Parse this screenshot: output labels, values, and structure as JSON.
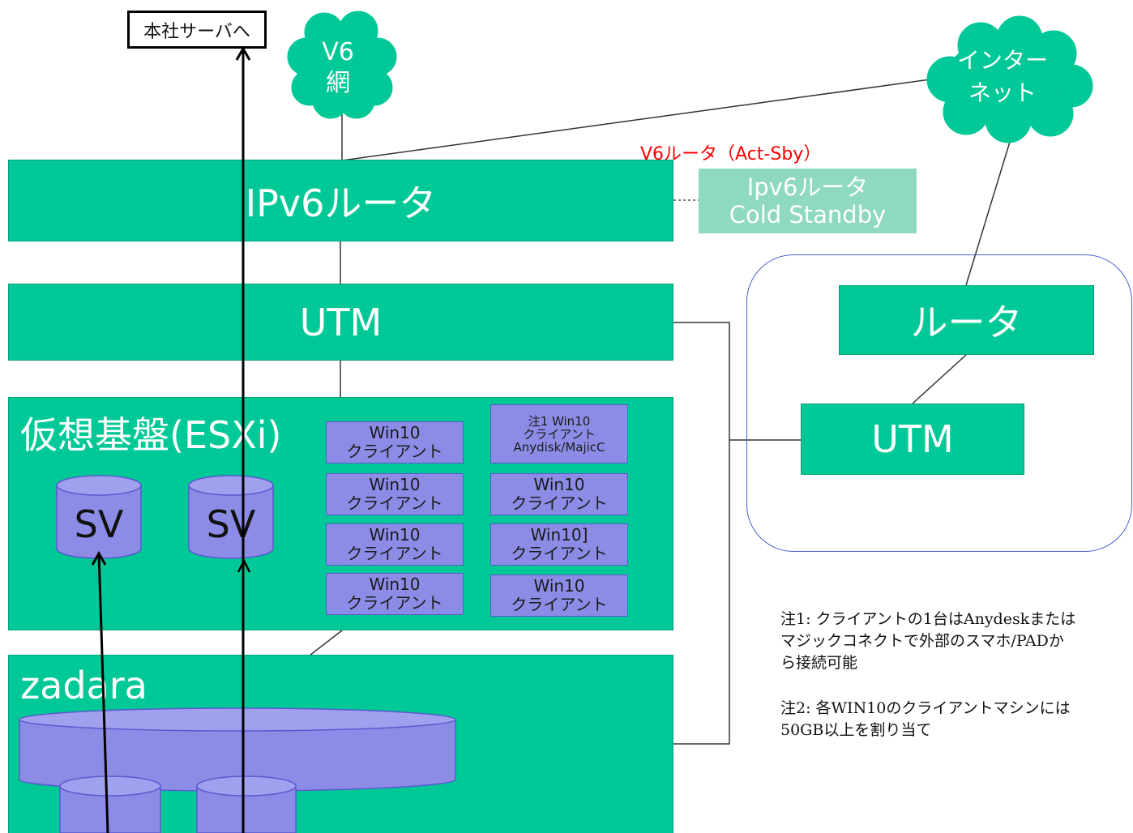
{
  "hq_server": {
    "label": "本社サーバへ"
  },
  "clouds": {
    "v6": {
      "line1": "V6",
      "line2": "網"
    },
    "internet": {
      "line1": "インター",
      "line2": "ネット"
    }
  },
  "router_note": "V6ルータ（Act-Sby）",
  "ipv6_router": {
    "label": "IPv6ルータ"
  },
  "cold_standby": {
    "line1": "Ipv6ルータ",
    "line2": "Cold Standby"
  },
  "utm_main": {
    "label": "UTM"
  },
  "esxi": {
    "label": "仮想基盤(ESXi)",
    "servers": [
      "SV",
      "SV"
    ],
    "vms": [
      {
        "line1": "Win10",
        "line2": "クライアント"
      },
      {
        "line1": "注1 Win10",
        "line2": "クライアント",
        "line3": "Anydisk/MajicC"
      },
      {
        "line1": "Win10",
        "line2": "クライアント"
      },
      {
        "line1": "Win10",
        "line2": "クライアント"
      },
      {
        "line1": "Win10",
        "line2": "クライアント"
      },
      {
        "line1": "Win10]",
        "line2": "クライアント"
      },
      {
        "line1": "Win10",
        "line2": "クライアント"
      },
      {
        "line1": "Win10",
        "line2": "クライアント"
      }
    ]
  },
  "zadara": {
    "label": "zadara"
  },
  "remote_site": {
    "router": {
      "label": "ルータ"
    },
    "utm": {
      "label": "UTM"
    }
  },
  "notes": {
    "note1": [
      "注1: クライアントの1台はAnydeskまたは",
      "マジックコネクトで外部のスマホ/PADか",
      "ら接続可能"
    ],
    "note2": [
      "注2: 各WIN10のクライアントマシンには",
      "50GB以上を割り当て"
    ]
  },
  "colors": {
    "block_green": "#00c896",
    "light_green": "#8ed9bf",
    "vm_purple": "#8c8ce6",
    "note_red": "#ff0000"
  }
}
